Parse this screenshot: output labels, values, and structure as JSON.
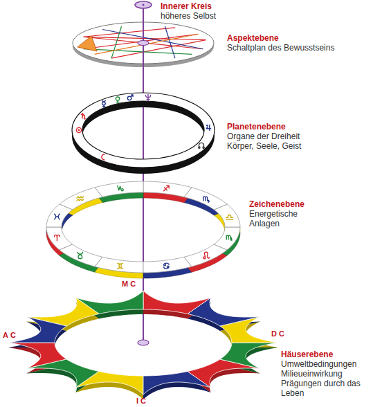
{
  "diagram": {
    "nodes": [
      {
        "text": [
          "Innerer Kreis",
          "höheres Selbst"
        ]
      },
      {
        "text": [
          "Aspektebene",
          "Schaltplan des Bewusstseins"
        ]
      },
      {
        "text": [
          "Planetenebene",
          "Organe der Dreiheit Körper, Seele, Geist"
        ]
      },
      {
        "text": [
          "Zeichenebene",
          "Energetische Anlagen"
        ]
      },
      {
        "text": [
          "Häuserebene",
          "Umweltbedingungen Milieueinwirkung Prägungen durch das Leben"
        ]
      }
    ],
    "edges": [
      {
        "from": 0,
        "to": 1,
        "arrow": "none"
      },
      {
        "from": 1,
        "to": 2,
        "arrow": "none"
      },
      {
        "from": 2,
        "to": 3,
        "arrow": "none"
      },
      {
        "from": 3,
        "to": 4,
        "arrow": "none"
      }
    ],
    "labels": [
      "MC",
      "AC",
      "DC",
      "IC"
    ]
  }
}
